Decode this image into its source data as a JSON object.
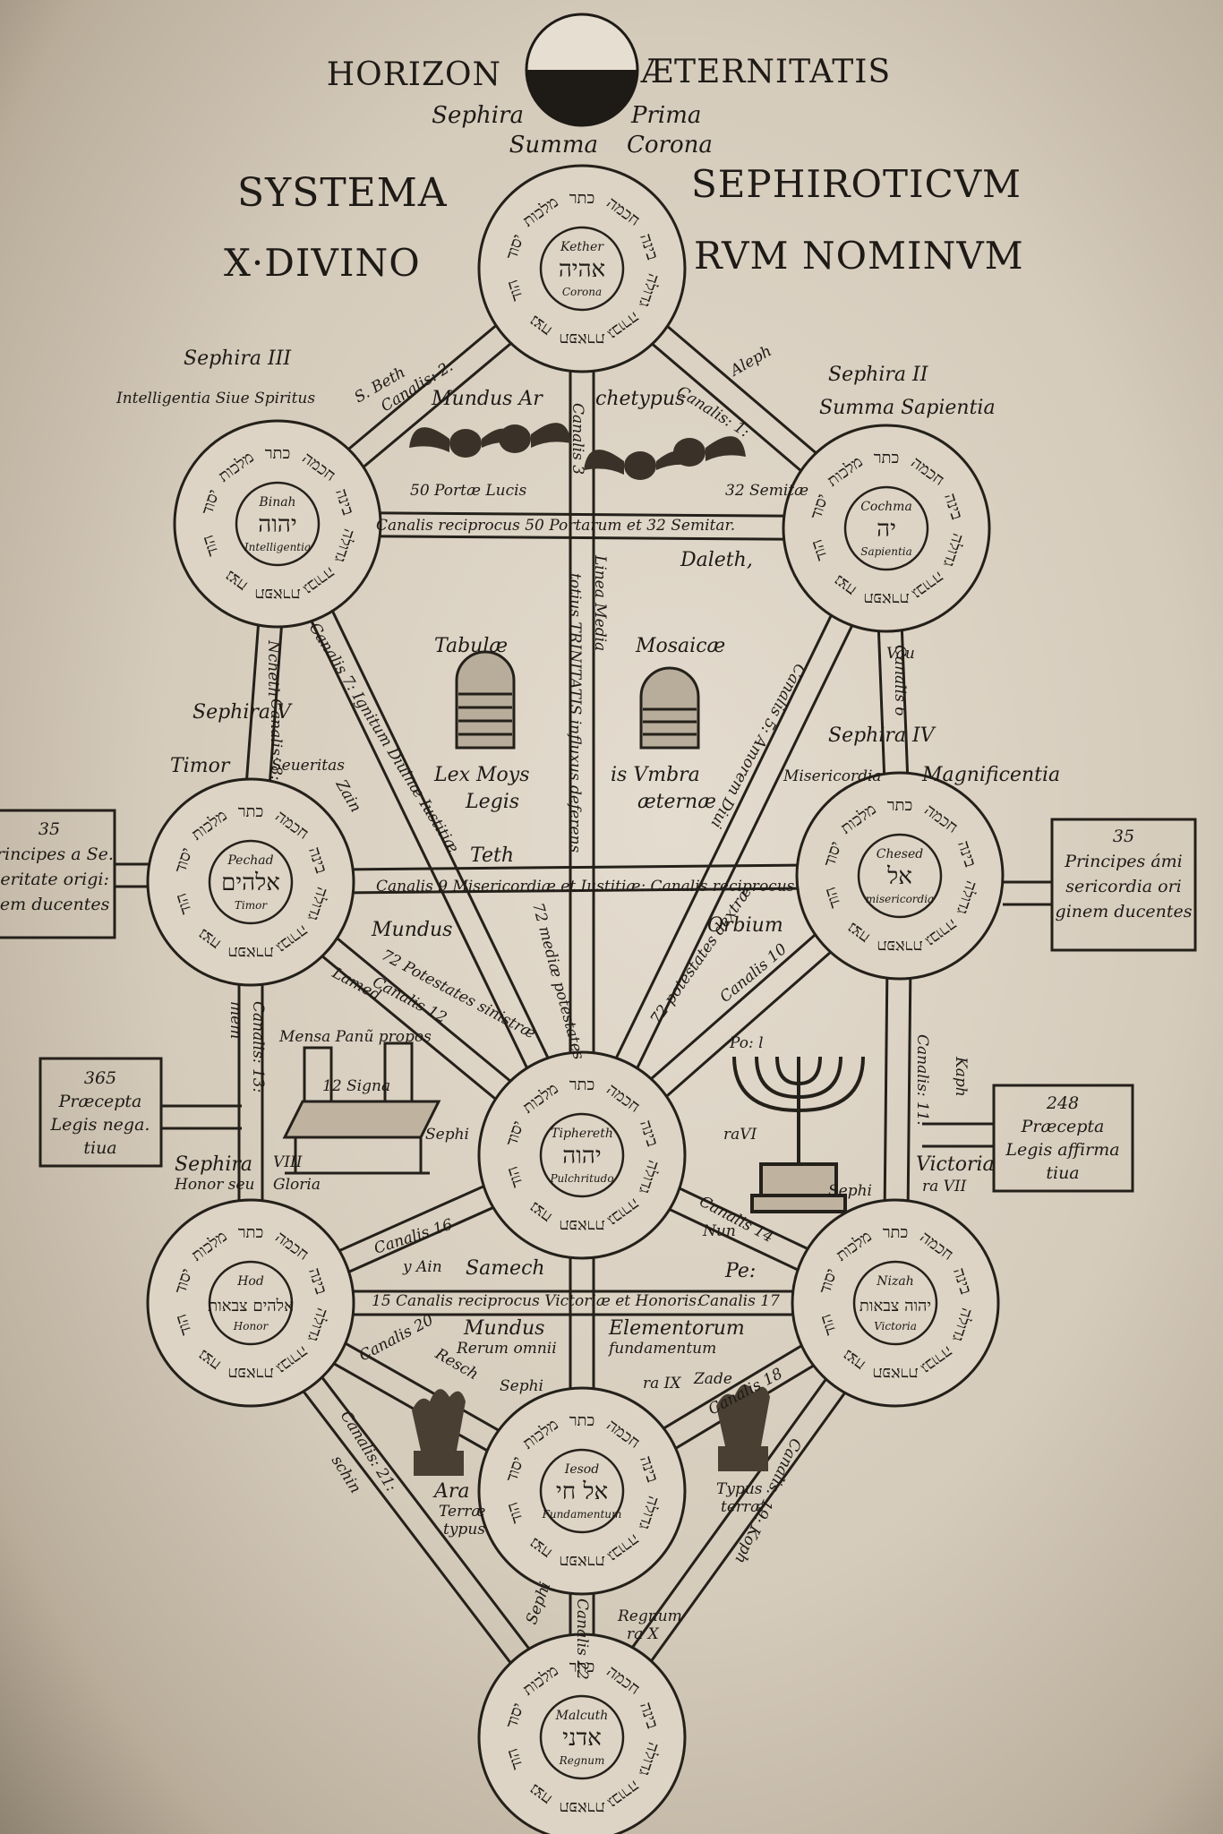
{
  "header": {
    "horizon": "HORIZON",
    "aeternitatis": "ÆTERNITATIS",
    "sephira_prima_a": "Sephira",
    "sephira_prima_b": "Prima",
    "summa": "Summa",
    "corona": "Corona",
    "systema": "SYSTEMA",
    "sephiroticum": "SEPHIROTICVM",
    "x_divino": "X·DIVINO",
    "rum_nominum": "RVM NOMINVM"
  },
  "sephirot": {
    "kether": {
      "name": "Kether",
      "divine": "אהיה",
      "sub": "Corona"
    },
    "cochma": {
      "name": "Cochma",
      "divine": "יה",
      "sub": "Sapientia"
    },
    "binah": {
      "name": "Binah",
      "divine": "יהוה",
      "sub": "Intelligentia"
    },
    "chesed": {
      "name": "Chesed",
      "divine": "אל",
      "sub": "misericordia"
    },
    "pechad": {
      "name": "Pechad",
      "divine": "אלהים",
      "sub": "Timor"
    },
    "tiphereth": {
      "name": "Tiphereth",
      "divine": "יהוה",
      "sub": "Pulchritudo"
    },
    "nizah": {
      "name": "Nizah",
      "divine": "יהוה צבאות",
      "sub": "Victoria"
    },
    "hod": {
      "name": "Hod",
      "divine": "אלהים צבאות",
      "sub": "Honor"
    },
    "iesod": {
      "name": "Iesod",
      "divine": "אל חי",
      "sub": "Fundamentum"
    },
    "malcuth": {
      "name": "Malcuth",
      "divine": "אדני",
      "sub": "Regnum"
    }
  },
  "ring_words": [
    "כתר",
    "חכמה",
    "בינה",
    "גדולה",
    "גבורה",
    "תפארת",
    "נצח",
    "הוד",
    "יסוד",
    "מלכות"
  ],
  "labels": {
    "sephira_iii": "Sephira III",
    "intelligentia": "Intelligentia Siue Spiritus",
    "beth": "S. Beth",
    "sephira_ii": "Sephira II",
    "summa_sapientia": "Summa   Sapientia",
    "aleph": "Aleph",
    "canalis_1": "Canalis: 1:",
    "canalis_2": "Canalis: 2:",
    "canalis_3": "Canalis 3",
    "mundus_archetypus_a": "Mundus Ar",
    "mundus_archetypus_b": "chetypus",
    "porte_lucis": "50 Portæ Lucis",
    "semitae": "32 Semitæ",
    "canalis_reciprocus": "Canalis reciprocus 50 Portarum et 32 Semitar.",
    "daleth": "Daleth,",
    "linea_media": "Linea Media",
    "trinitatis": "totius TRINITATIS influxus deferens",
    "tabulae": "Tabulæ",
    "mosaicae": "Mosaicæ",
    "lex_moys": "Lex Moys",
    "is_umbra": "is Vmbra",
    "legis": "Legis",
    "aeternae": "æternæ",
    "sephira_v": "Sephira V",
    "timor": "Timor",
    "seueritas": "Seueritas",
    "zain": "Zain",
    "ncheth": "Ncheth",
    "canalis_8": "Canalis: 8:",
    "canalis_7": "Canalis 7: Ignitum Diuinæ Iustitiæ",
    "canalis_5": "Canalis 5: Amorem Diui",
    "canalis_6": "Canalis 6",
    "sephira_iv": "Sephira IV",
    "vau": "Vau",
    "misericordia": "Misericordia",
    "magnificentia": "Magnificentia",
    "teth": "Teth",
    "canalis_9": "Canalis 9 Misericordiæ et Iustitiæ: Canalis reciprocus",
    "mundus": "Mundus",
    "potestates_sinistrae": "72 Potestates sinistræ",
    "canalis_12": "Canalis 12",
    "lamed": "Lamed",
    "media_potestates": "72 mediæ potestates",
    "orbium": "Orbium",
    "potestates_dextrae": "72 potestates dextræ",
    "canalis_10": "Canalis 10",
    "po_l": "Po: l",
    "mensa": "Mensa Panũ propos",
    "signa": "12 Signa",
    "mem": "mem",
    "canalis_13": "Canalis: 13:",
    "sephira_honor": "Sephira",
    "honor_seu": "Honor seu",
    "viii": "VIII",
    "gloria": "Gloria",
    "sephi_left": "Sephi",
    "ravi": "raVI",
    "kaph": "Kaph",
    "canalis_11": "Canalis: 11:",
    "victoria": "Victoria",
    "ra_vii": "ra VII",
    "sephi_right": "Sephi",
    "canalis_16": "Canalis 16",
    "ain": "y Ain",
    "samech": "Samech",
    "canalis_14": "Canalis 14",
    "nun": "Nun",
    "pe": "Pe:",
    "canalis_17": "Canalis 17",
    "canalis_15": "15 Canalis reciprocus Victoriæ et Honoris:",
    "mundus2": "Mundus",
    "rerum": "Rerum omnii",
    "elementorum": "Elementorum",
    "fundamentum": "fundamentum",
    "resch": "Resch",
    "canalis_20": "Canalis 20",
    "sephi_ix": "Sephi",
    "ra_ix": "ra IX",
    "zade": "Zade",
    "canalis_18": "Canalis 18",
    "ara": "Ara",
    "terrae": "Terræ",
    "typus": "typus",
    "typus2": "Typus",
    "terra": "terræ",
    "canalis_21": "Canalis: 21:",
    "schin": "schin",
    "canalis_19": "Canalis: 19: Koph",
    "regnum": "Regnum",
    "ra_x": "ra X",
    "sephi_x": "Sephi",
    "canalis_22": "Canalis 22"
  },
  "boxes": {
    "left35": [
      "35",
      "Principes a Se.",
      "ueritate origi:",
      "nem ducentes"
    ],
    "right35": [
      "35",
      "Principes ámi",
      "sericordia ori",
      "ginem ducentes"
    ],
    "left365": [
      "365",
      "Præcepta",
      "Legis nega.",
      "tiua"
    ],
    "right248": [
      "248",
      "Præcepta",
      "Legis affirma",
      "tiua"
    ]
  }
}
